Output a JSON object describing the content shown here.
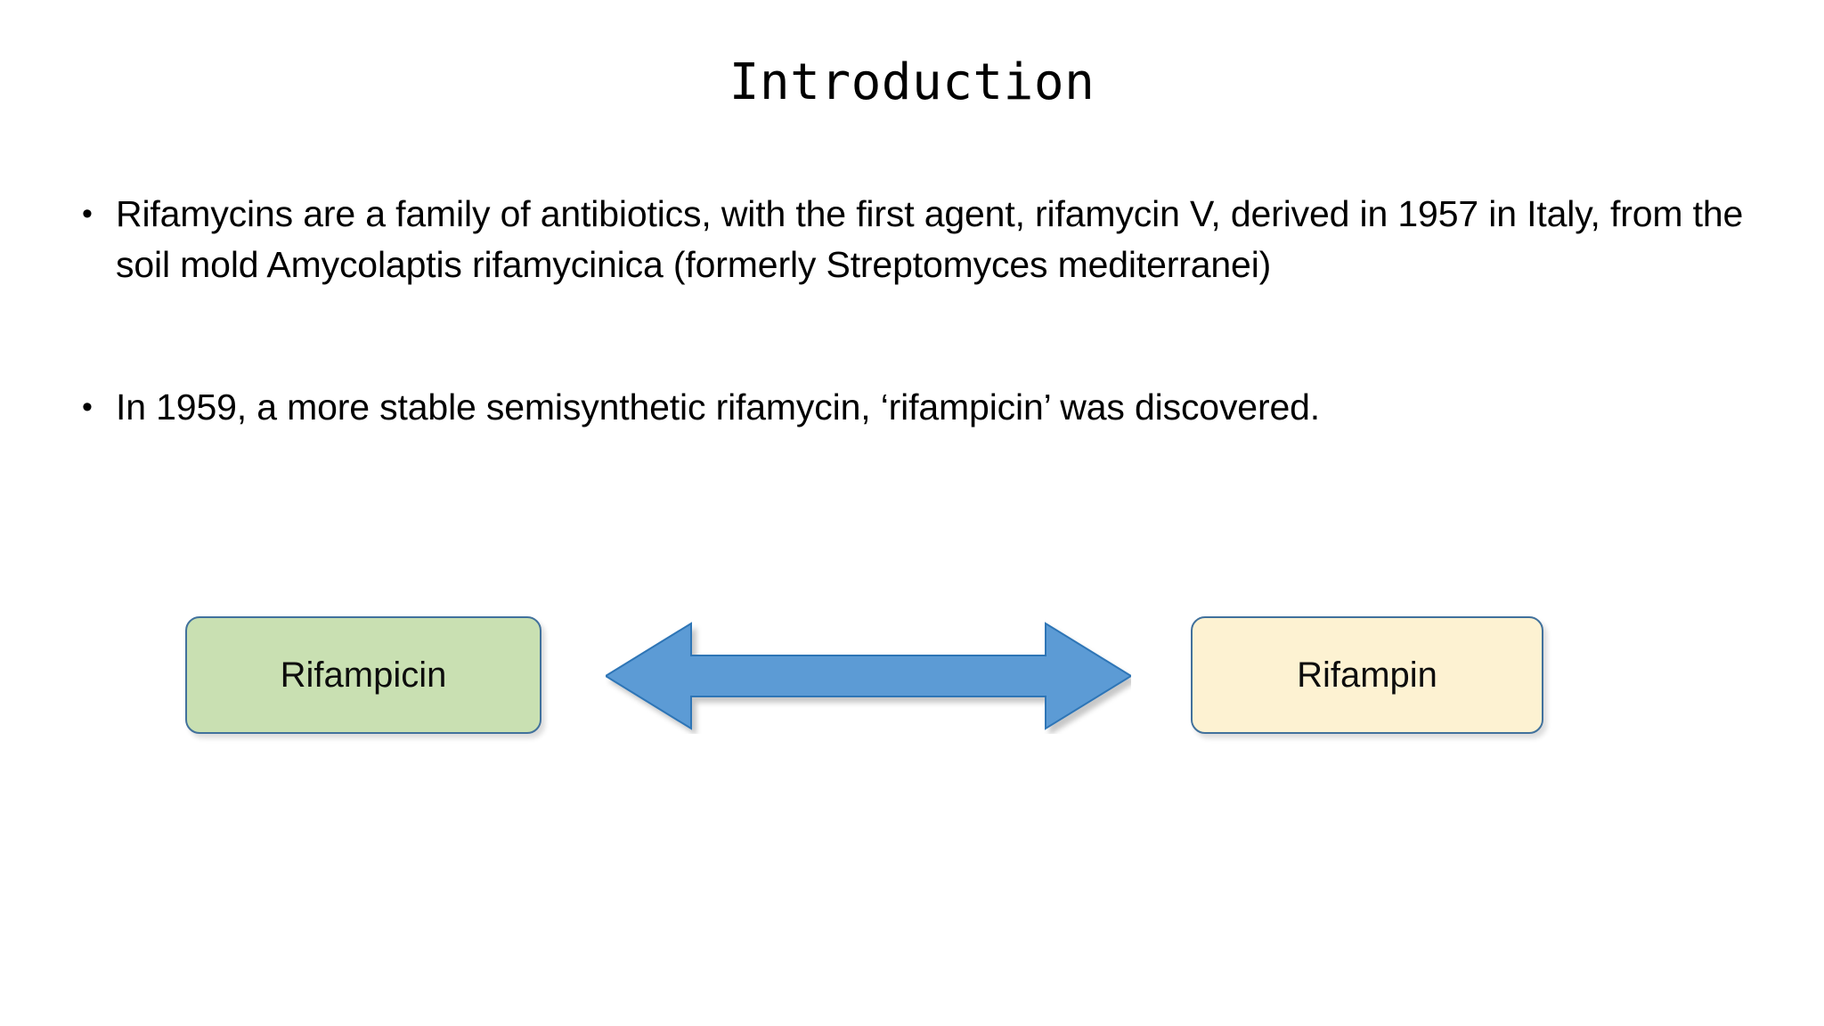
{
  "slide": {
    "title": "Introduction",
    "background_color": "#ffffff",
    "bullets": [
      {
        "marker": "•",
        "text": "Rifamycins are a family of antibiotics, with the first agent, rifamycin V, derived in 1957 in Italy, from the soil mold Amycolaptis rifamycinica (formerly Streptomyces mediterranei)"
      },
      {
        "marker": "•",
        "text": "In 1959, a more stable semisynthetic rifamycin, ‘rifampicin’ was discovered."
      }
    ],
    "diagram": {
      "left_box": {
        "label": "Rifampicin",
        "fill_color": "#c9e0b2",
        "border_color": "#41719c",
        "text_color": "#0d0d0d"
      },
      "right_box": {
        "label": "Rifampin",
        "fill_color": "#fdf2d2",
        "border_color": "#41719c",
        "text_color": "#0d0d0d"
      },
      "connector": {
        "icon": "double-headed-arrow-icon",
        "fill_color": "#5b9bd5",
        "border_color": "#2e75b6",
        "direction": "bidirectional"
      }
    }
  }
}
